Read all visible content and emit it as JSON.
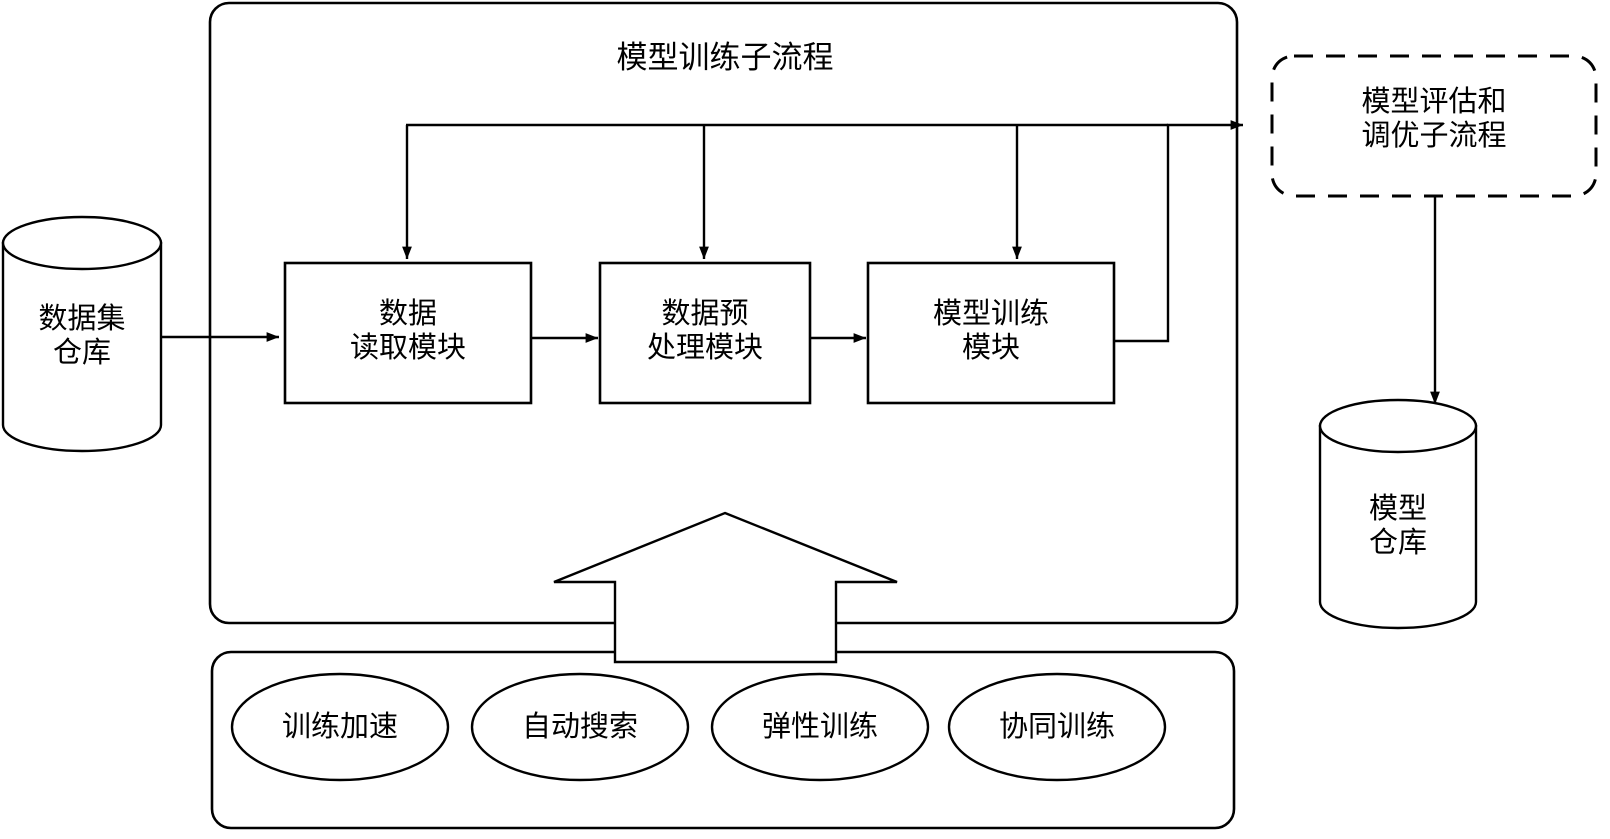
{
  "diagram": {
    "title": "模型训练子流程",
    "main_container": {
      "label": "模型训练子流程"
    },
    "left_store": {
      "label": "数据集\n仓库"
    },
    "pipeline": [
      {
        "label": "数据\n读取模块"
      },
      {
        "label": "数据预\n处理模块"
      },
      {
        "label": "模型训练\n模块"
      }
    ],
    "eval_subprocess": {
      "label": "模型评估和\n调优子流程"
    },
    "model_store": {
      "label": "模型\n仓库"
    },
    "capabilities": [
      {
        "label": "训练加速"
      },
      {
        "label": "自动搜索"
      },
      {
        "label": "弹性训练"
      },
      {
        "label": "协同训练"
      }
    ],
    "colors": {
      "stroke": "#000000",
      "fill": "#ffffff",
      "text": "#000000"
    }
  },
  "chart_data": {
    "type": "diagram",
    "title": "模型训练子流程",
    "nodes": [
      {
        "id": "dataset-store",
        "shape": "cylinder",
        "label": "数据集仓库"
      },
      {
        "id": "data-read-module",
        "shape": "rect",
        "label": "数据读取模块"
      },
      {
        "id": "data-preprocess-module",
        "shape": "rect",
        "label": "数据预处理模块"
      },
      {
        "id": "model-train-module",
        "shape": "rect",
        "label": "模型训练模块"
      },
      {
        "id": "eval-tune-subprocess",
        "shape": "rounded-dashed",
        "label": "模型评估和调优子流程"
      },
      {
        "id": "model-store",
        "shape": "cylinder",
        "label": "模型仓库"
      },
      {
        "id": "cap-train-accel",
        "shape": "ellipse",
        "label": "训练加速"
      },
      {
        "id": "cap-auto-search",
        "shape": "ellipse",
        "label": "自动搜索"
      },
      {
        "id": "cap-elastic-train",
        "shape": "ellipse",
        "label": "弹性训练"
      },
      {
        "id": "cap-collab-train",
        "shape": "ellipse",
        "label": "协同训练"
      }
    ],
    "edges": [
      {
        "from": "dataset-store",
        "to": "data-read-module"
      },
      {
        "from": "data-read-module",
        "to": "data-preprocess-module"
      },
      {
        "from": "data-preprocess-module",
        "to": "model-train-module"
      },
      {
        "from": "model-train-module",
        "to": "eval-tune-subprocess"
      },
      {
        "from": "model-train-module",
        "to": "data-read-module",
        "style": "feedback-bus"
      },
      {
        "from": "model-train-module",
        "to": "data-preprocess-module",
        "style": "feedback-bus"
      },
      {
        "from": "model-train-module",
        "to": "model-train-module",
        "style": "feedback-bus"
      },
      {
        "from": "eval-tune-subprocess",
        "to": "model-store"
      },
      {
        "from": "capability-panel",
        "to": "main-container",
        "style": "block-arrow-up"
      }
    ]
  }
}
